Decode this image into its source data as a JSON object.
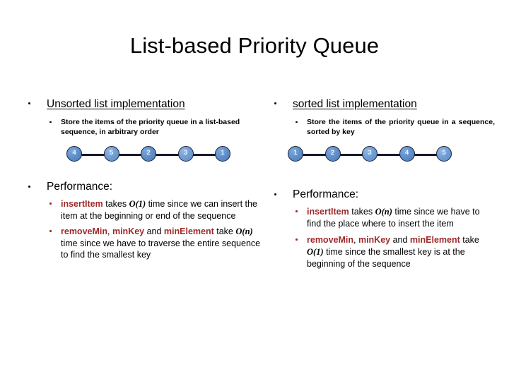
{
  "slide": {
    "title": "List-based Priority Queue",
    "colors": {
      "text": "#000000",
      "keyword_red": "#9E2A2B",
      "node_fill": "#5B8CC8",
      "node_border": "#1C2033",
      "node_label": "#EAF3FB",
      "background": "#FFFFFF"
    }
  },
  "left": {
    "heading": "Unsorted list implementation",
    "sub_bullet": "Store the items of the priority queue in a list-based sequence, in arbitrary order",
    "chain": {
      "nodes": [
        {
          "label": "4",
          "shade": "dark"
        },
        {
          "label": "5",
          "shade": "light"
        },
        {
          "label": "2",
          "shade": "dark"
        },
        {
          "label": "3",
          "shade": "light"
        },
        {
          "label": "1",
          "shade": "dark"
        }
      ]
    },
    "performance": {
      "heading": "Performance:",
      "items": [
        {
          "parts": [
            {
              "text": "insertItem",
              "style": "keyword"
            },
            {
              "text": " takes ",
              "style": "plain"
            },
            {
              "text": "O",
              "style": "bigo"
            },
            {
              "text": "(1)",
              "style": "bigo-arg"
            },
            {
              "text": " time since we can insert the item at the beginning or end of the sequence",
              "style": "plain"
            }
          ]
        },
        {
          "parts": [
            {
              "text": "removeMin",
              "style": "keyword"
            },
            {
              "text": ", ",
              "style": "plain"
            },
            {
              "text": "minKey",
              "style": "keyword"
            },
            {
              "text": " and ",
              "style": "plain"
            },
            {
              "text": "minElement",
              "style": "keyword"
            },
            {
              "text": " take ",
              "style": "plain"
            },
            {
              "text": "O",
              "style": "bigo"
            },
            {
              "text": "(",
              "style": "bigo-arg"
            },
            {
              "text": "n",
              "style": "bigo-argi"
            },
            {
              "text": ")",
              "style": "bigo-arg"
            },
            {
              "text": " time since we have to traverse the entire sequence to find the smallest key",
              "style": "plain"
            }
          ]
        }
      ]
    }
  },
  "right": {
    "heading": "sorted list implementation",
    "sub_bullet": "Store the items of the priority queue in a sequence, sorted by key",
    "chain": {
      "nodes": [
        {
          "label": "1",
          "shade": "dark"
        },
        {
          "label": "2",
          "shade": "dark"
        },
        {
          "label": "3",
          "shade": "light"
        },
        {
          "label": "4",
          "shade": "dark"
        },
        {
          "label": "5",
          "shade": "light"
        }
      ]
    },
    "performance": {
      "heading": "Performance:",
      "items": [
        {
          "parts": [
            {
              "text": "insertItem",
              "style": "keyword"
            },
            {
              "text": " takes ",
              "style": "plain"
            },
            {
              "text": "O",
              "style": "bigo"
            },
            {
              "text": "(",
              "style": "bigo-arg"
            },
            {
              "text": "n",
              "style": "bigo-argi"
            },
            {
              "text": ")",
              "style": "bigo-arg"
            },
            {
              "text": " time since we have to find the place where to insert the item",
              "style": "plain"
            }
          ]
        },
        {
          "parts": [
            {
              "text": "removeMin",
              "style": "keyword"
            },
            {
              "text": ", ",
              "style": "plain"
            },
            {
              "text": "minKey",
              "style": "keyword"
            },
            {
              "text": " and ",
              "style": "plain"
            },
            {
              "text": "minElement",
              "style": "keyword"
            },
            {
              "text": " take ",
              "style": "plain"
            },
            {
              "text": "O",
              "style": "bigo"
            },
            {
              "text": "(1)",
              "style": "bigo-arg"
            },
            {
              "text": " time since the smallest key is at the beginning of the sequence",
              "style": "plain"
            }
          ]
        }
      ]
    }
  }
}
